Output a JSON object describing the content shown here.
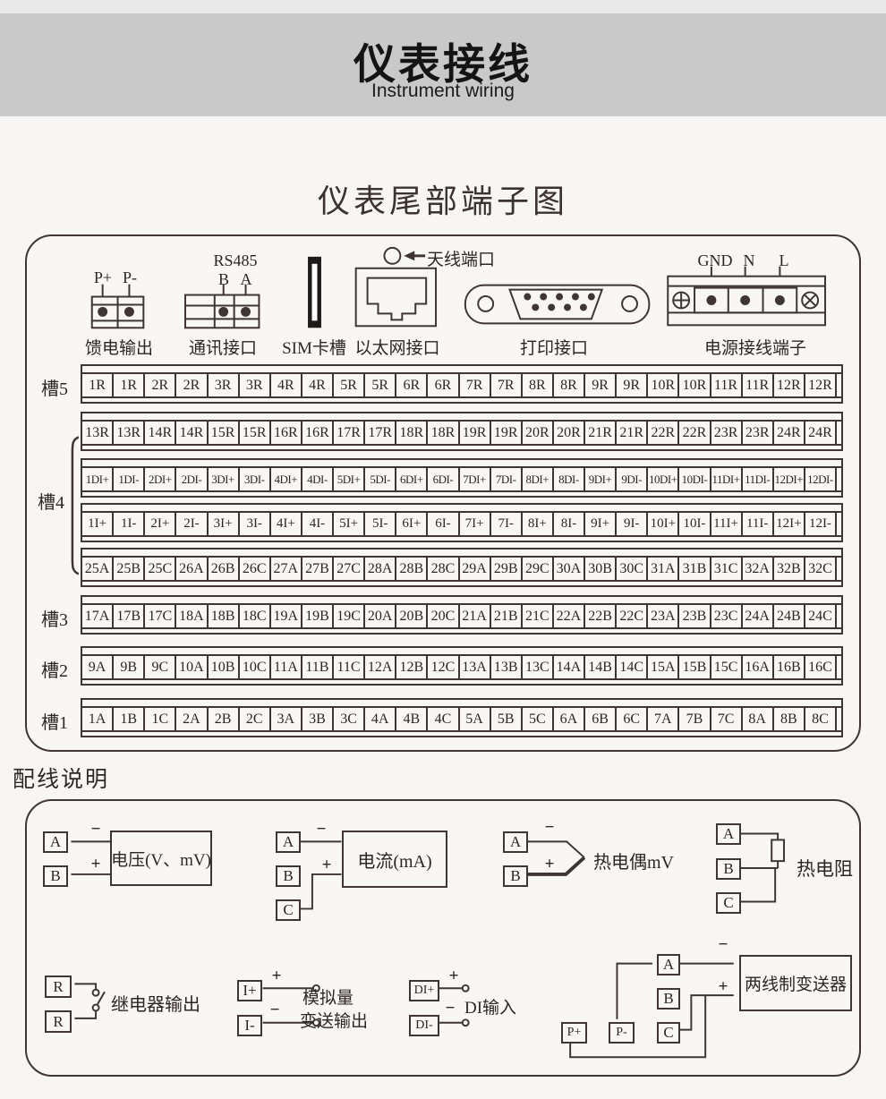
{
  "header": {
    "title": "仪表接线",
    "subtitle": "Instrument wiring"
  },
  "terminal_section": {
    "title": "仪表尾部端子图",
    "connectors": {
      "feed": {
        "label": "馈电输出",
        "pin1": "P+",
        "pin2": "P-"
      },
      "comm": {
        "label": "通讯接口",
        "bus": "RS485",
        "pin1": "B",
        "pin2": "A"
      },
      "sim": {
        "label": "SIM卡槽"
      },
      "ethernet": {
        "label": "以太网接口",
        "antenna": "天线端口"
      },
      "printer": {
        "label": "打印接口"
      },
      "power": {
        "label": "电源接线端子",
        "pin1": "GND",
        "pin2": "N",
        "pin3": "L"
      }
    },
    "slot_labels": {
      "s5": "槽5",
      "s4": "槽4",
      "s3": "槽3",
      "s2": "槽2",
      "s1": "槽1"
    },
    "strips": {
      "s5": [
        "1R",
        "1R",
        "2R",
        "2R",
        "3R",
        "3R",
        "4R",
        "4R",
        "5R",
        "5R",
        "6R",
        "6R",
        "7R",
        "7R",
        "8R",
        "8R",
        "9R",
        "9R",
        "10R",
        "10R",
        "11R",
        "11R",
        "12R",
        "12R"
      ],
      "s4a": [
        "13R",
        "13R",
        "14R",
        "14R",
        "15R",
        "15R",
        "16R",
        "16R",
        "17R",
        "17R",
        "18R",
        "18R",
        "19R",
        "19R",
        "20R",
        "20R",
        "21R",
        "21R",
        "22R",
        "22R",
        "23R",
        "23R",
        "24R",
        "24R"
      ],
      "s4b": [
        "1DI+",
        "1DI-",
        "2DI+",
        "2DI-",
        "3DI+",
        "3DI-",
        "4DI+",
        "4DI-",
        "5DI+",
        "5DI-",
        "6DI+",
        "6DI-",
        "7DI+",
        "7DI-",
        "8DI+",
        "8DI-",
        "9DI+",
        "9DI-",
        "10DI+",
        "10DI-",
        "11DI+",
        "11DI-",
        "12DI+",
        "12DI-"
      ],
      "s4c": [
        "1I+",
        "1I-",
        "2I+",
        "2I-",
        "3I+",
        "3I-",
        "4I+",
        "4I-",
        "5I+",
        "5I-",
        "6I+",
        "6I-",
        "7I+",
        "7I-",
        "8I+",
        "8I-",
        "9I+",
        "9I-",
        "10I+",
        "10I-",
        "11I+",
        "11I-",
        "12I+",
        "12I-"
      ],
      "s4d": [
        "25A",
        "25B",
        "25C",
        "26A",
        "26B",
        "26C",
        "27A",
        "27B",
        "27C",
        "28A",
        "28B",
        "28C",
        "29A",
        "29B",
        "29C",
        "30A",
        "30B",
        "30C",
        "31A",
        "31B",
        "31C",
        "32A",
        "32B",
        "32C"
      ],
      "s3": [
        "17A",
        "17B",
        "17C",
        "18A",
        "18B",
        "18C",
        "19A",
        "19B",
        "19C",
        "20A",
        "20B",
        "20C",
        "21A",
        "21B",
        "21C",
        "22A",
        "22B",
        "22C",
        "23A",
        "23B",
        "23C",
        "24A",
        "24B",
        "24C"
      ],
      "s2": [
        "9A",
        "9B",
        "9C",
        "10A",
        "10B",
        "10C",
        "11A",
        "11B",
        "11C",
        "12A",
        "12B",
        "12C",
        "13A",
        "13B",
        "13C",
        "14A",
        "14B",
        "14C",
        "15A",
        "15B",
        "15C",
        "16A",
        "16B",
        "16C"
      ],
      "s1": [
        "1A",
        "1B",
        "1C",
        "2A",
        "2B",
        "2C",
        "3A",
        "3B",
        "3C",
        "4A",
        "4B",
        "4C",
        "5A",
        "5B",
        "5C",
        "6A",
        "6B",
        "6C",
        "7A",
        "7B",
        "7C",
        "8A",
        "8B",
        "8C"
      ]
    }
  },
  "wiring_section": {
    "title": "配线说明",
    "signs": {
      "plus": "+",
      "minus": "−"
    },
    "voltage": {
      "t1": "A",
      "t2": "B",
      "label": "电压(V、mV)"
    },
    "current": {
      "t1": "A",
      "t2": "B",
      "t3": "C",
      "label": "电流(mA)"
    },
    "thermocouple": {
      "t1": "A",
      "t2": "B",
      "label": "热电偶mV"
    },
    "rtd": {
      "t1": "A",
      "t2": "B",
      "t3": "C",
      "label": "热电阻"
    },
    "relay": {
      "t1": "R",
      "t2": "R",
      "label": "继电器输出"
    },
    "analog": {
      "t1": "I+",
      "t2": "I-",
      "label1": "模拟量",
      "label2": "变送输出"
    },
    "di": {
      "t1": "DI+",
      "t2": "DI-",
      "label": "DI输入"
    },
    "two_wire": {
      "tA": "A",
      "tB": "B",
      "tC": "C",
      "tP1": "P+",
      "tP2": "P-",
      "label": "两线制变送器"
    }
  }
}
